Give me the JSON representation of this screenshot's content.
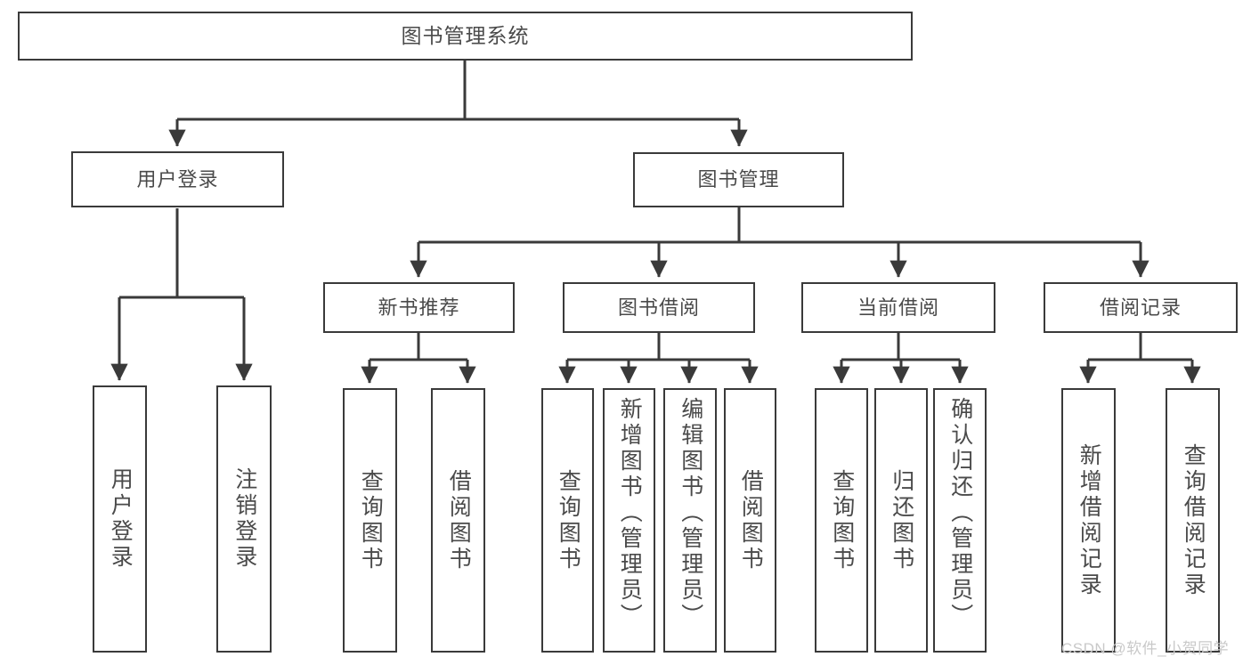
{
  "diagram": {
    "type": "tree-hierarchy",
    "title": "图书管理系统",
    "root": {
      "id": "root",
      "label": "图书管理系统"
    },
    "level1": [
      {
        "id": "user-login",
        "label": "用户登录"
      },
      {
        "id": "book-management",
        "label": "图书管理"
      }
    ],
    "level2": [
      {
        "id": "new-book-recommend",
        "label": "新书推荐",
        "parent": "book-management"
      },
      {
        "id": "book-borrow",
        "label": "图书借阅",
        "parent": "book-management"
      },
      {
        "id": "current-borrow",
        "label": "当前借阅",
        "parent": "book-management"
      },
      {
        "id": "borrow-record",
        "label": "借阅记录",
        "parent": "book-management"
      }
    ],
    "leaves": {
      "user_login": [
        {
          "id": "leaf-user-login",
          "label": "用户登录"
        },
        {
          "id": "leaf-user-logout",
          "label": "注销登录"
        }
      ],
      "new_book_recommend": [
        {
          "id": "leaf-query-book-1",
          "label": "查询图书"
        },
        {
          "id": "leaf-borrow-book-1",
          "label": "借阅图书"
        }
      ],
      "book_borrow": [
        {
          "id": "leaf-query-book-2",
          "label": "查询图书"
        },
        {
          "id": "leaf-add-book",
          "label": "新增图书（管理员）"
        },
        {
          "id": "leaf-edit-book",
          "label": "编辑图书（管理员）"
        },
        {
          "id": "leaf-borrow-book-2",
          "label": "借阅图书"
        }
      ],
      "current_borrow": [
        {
          "id": "leaf-query-book-3",
          "label": "查询图书"
        },
        {
          "id": "leaf-return-book",
          "label": "归还图书"
        },
        {
          "id": "leaf-confirm-return",
          "label": "确认归还（管理员）"
        }
      ],
      "borrow_record": [
        {
          "id": "leaf-add-record",
          "label": "新增借阅记录"
        },
        {
          "id": "leaf-query-record",
          "label": "查询借阅记录"
        }
      ]
    }
  },
  "watermark": {
    "text": "CSDN @软件_小贺同学"
  },
  "colors": {
    "box_border": "#3a3a3a",
    "box_fill": "#ffffff",
    "text": "#4a4a4a",
    "connector": "#3a3a3a",
    "watermark": "#c9c9c9",
    "background": "#ffffff"
  }
}
